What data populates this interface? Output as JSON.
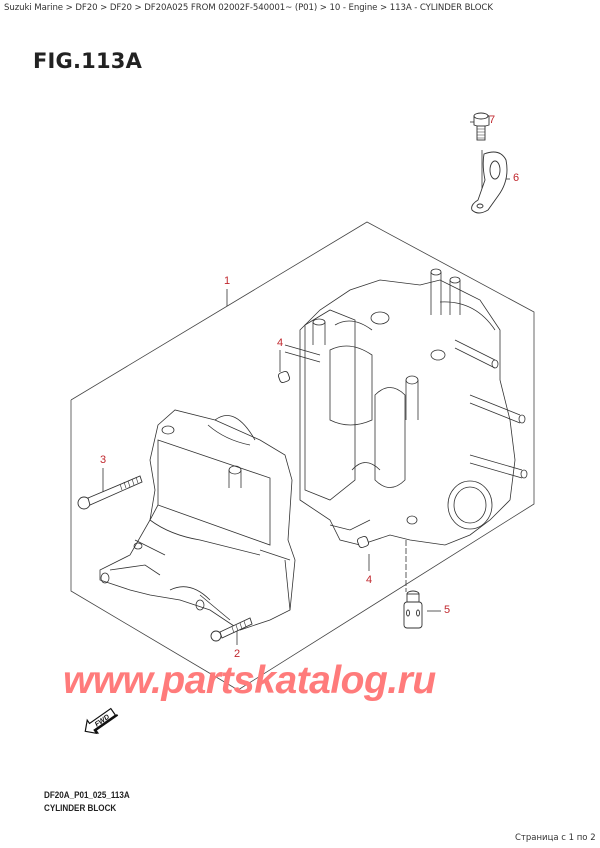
{
  "breadcrumb": {
    "text": "Suzuki Marine > DF20 > DF20 > DF20A025 FROM 02002F-540001~ (P01) > 10 - Engine > 113A - CYLINDER BLOCK",
    "items": [
      "Suzuki Marine",
      "DF20",
      "DF20",
      "DF20A025 FROM 02002F-540001~ (P01)",
      "10 - Engine",
      "113A - CYLINDER BLOCK"
    ]
  },
  "figure": {
    "title": "FIG.113A",
    "code": "DF20A_P01_025_113A",
    "name": "CYLINDER BLOCK"
  },
  "callouts": [
    {
      "number": "1",
      "part": "cylinder-block-assembly"
    },
    {
      "number": "2",
      "part": "bolt-lower"
    },
    {
      "number": "3",
      "part": "bolt-long"
    },
    {
      "number": "4",
      "part": "dowel-pin-upper"
    },
    {
      "number": "4",
      "part": "dowel-pin-lower"
    },
    {
      "number": "5",
      "part": "drain-fitting"
    },
    {
      "number": "6",
      "part": "bracket-hook"
    },
    {
      "number": "7",
      "part": "bolt-bracket"
    }
  ],
  "watermark": "www.partskatalog.ru",
  "fwd_label": "FWD",
  "pagination": "Страница с 1 по 2",
  "colors": {
    "callout": "#c0272d",
    "watermark": "#ff7b7b",
    "line": "#333333"
  }
}
